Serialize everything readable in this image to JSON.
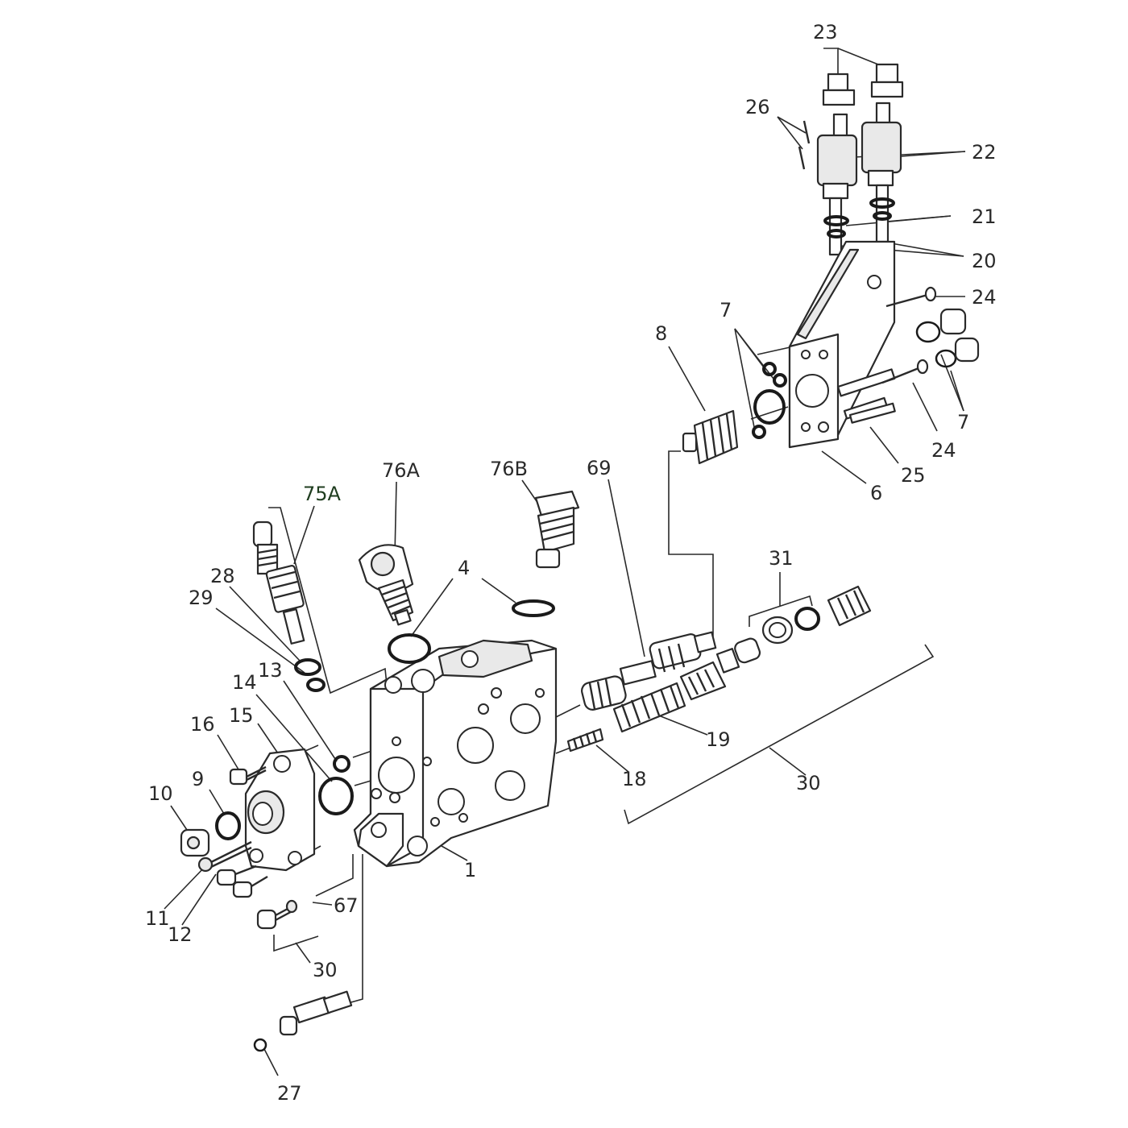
{
  "callouts": [
    {
      "id": "c1",
      "text": "1"
    },
    {
      "id": "c4",
      "text": "4"
    },
    {
      "id": "c6",
      "text": "6"
    },
    {
      "id": "c7a",
      "text": "7"
    },
    {
      "id": "c7b",
      "text": "7"
    },
    {
      "id": "c8",
      "text": "8"
    },
    {
      "id": "c9",
      "text": "9"
    },
    {
      "id": "c10",
      "text": "10"
    },
    {
      "id": "c11",
      "text": "11"
    },
    {
      "id": "c12",
      "text": "12"
    },
    {
      "id": "c13",
      "text": "13"
    },
    {
      "id": "c14",
      "text": "14"
    },
    {
      "id": "c15",
      "text": "15"
    },
    {
      "id": "c16",
      "text": "16"
    },
    {
      "id": "c18",
      "text": "18"
    },
    {
      "id": "c19",
      "text": "19"
    },
    {
      "id": "c20",
      "text": "20"
    },
    {
      "id": "c21",
      "text": "21"
    },
    {
      "id": "c22",
      "text": "22"
    },
    {
      "id": "c23",
      "text": "23"
    },
    {
      "id": "c24a",
      "text": "24"
    },
    {
      "id": "c24b",
      "text": "24"
    },
    {
      "id": "c25",
      "text": "25"
    },
    {
      "id": "c26",
      "text": "26"
    },
    {
      "id": "c27",
      "text": "27"
    },
    {
      "id": "c28",
      "text": "28"
    },
    {
      "id": "c29",
      "text": "29"
    },
    {
      "id": "c30a",
      "text": "30"
    },
    {
      "id": "c30b",
      "text": "30"
    },
    {
      "id": "c31",
      "text": "31"
    },
    {
      "id": "c67",
      "text": "67"
    },
    {
      "id": "c69",
      "text": "69"
    },
    {
      "id": "c75a",
      "text": "75A"
    },
    {
      "id": "c76a",
      "text": "76A"
    },
    {
      "id": "c76b",
      "text": "76B"
    }
  ]
}
